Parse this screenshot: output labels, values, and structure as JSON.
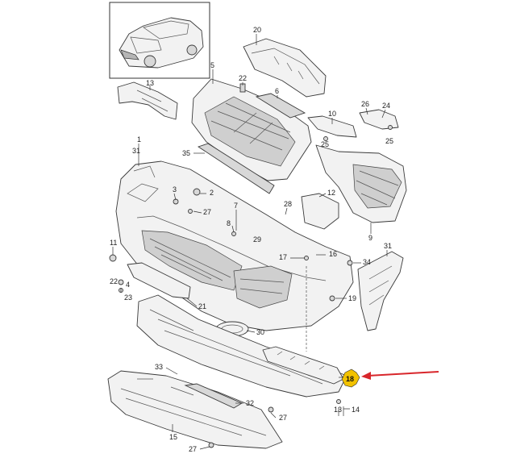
{
  "callouts": {
    "c20": "20",
    "c5": "5",
    "c13a": "13",
    "c22": "22",
    "c6": "6",
    "c10": "10",
    "c26": "26",
    "c24": "24",
    "c25a": "25",
    "c25b": "25",
    "c1": "1",
    "c31a": "31",
    "c35": "35",
    "c3": "3",
    "c2": "2",
    "c7": "7",
    "c12": "12",
    "c28": "28",
    "c27a": "27",
    "c8": "8",
    "c29": "29",
    "c9": "9",
    "c11": "11",
    "c16": "16",
    "c17": "17",
    "c34": "34",
    "c31b": "31",
    "c22b": "22",
    "c4": "4",
    "c23": "23",
    "c19": "19",
    "c21": "21",
    "c30": "30",
    "c33": "33",
    "c32": "32",
    "c27b": "27",
    "c13b": "13",
    "c14": "14",
    "c15": "15",
    "c27c": "27"
  },
  "highlight": {
    "part_number": "18",
    "color": "#f2c200",
    "arrow_color": "#d8262b"
  }
}
